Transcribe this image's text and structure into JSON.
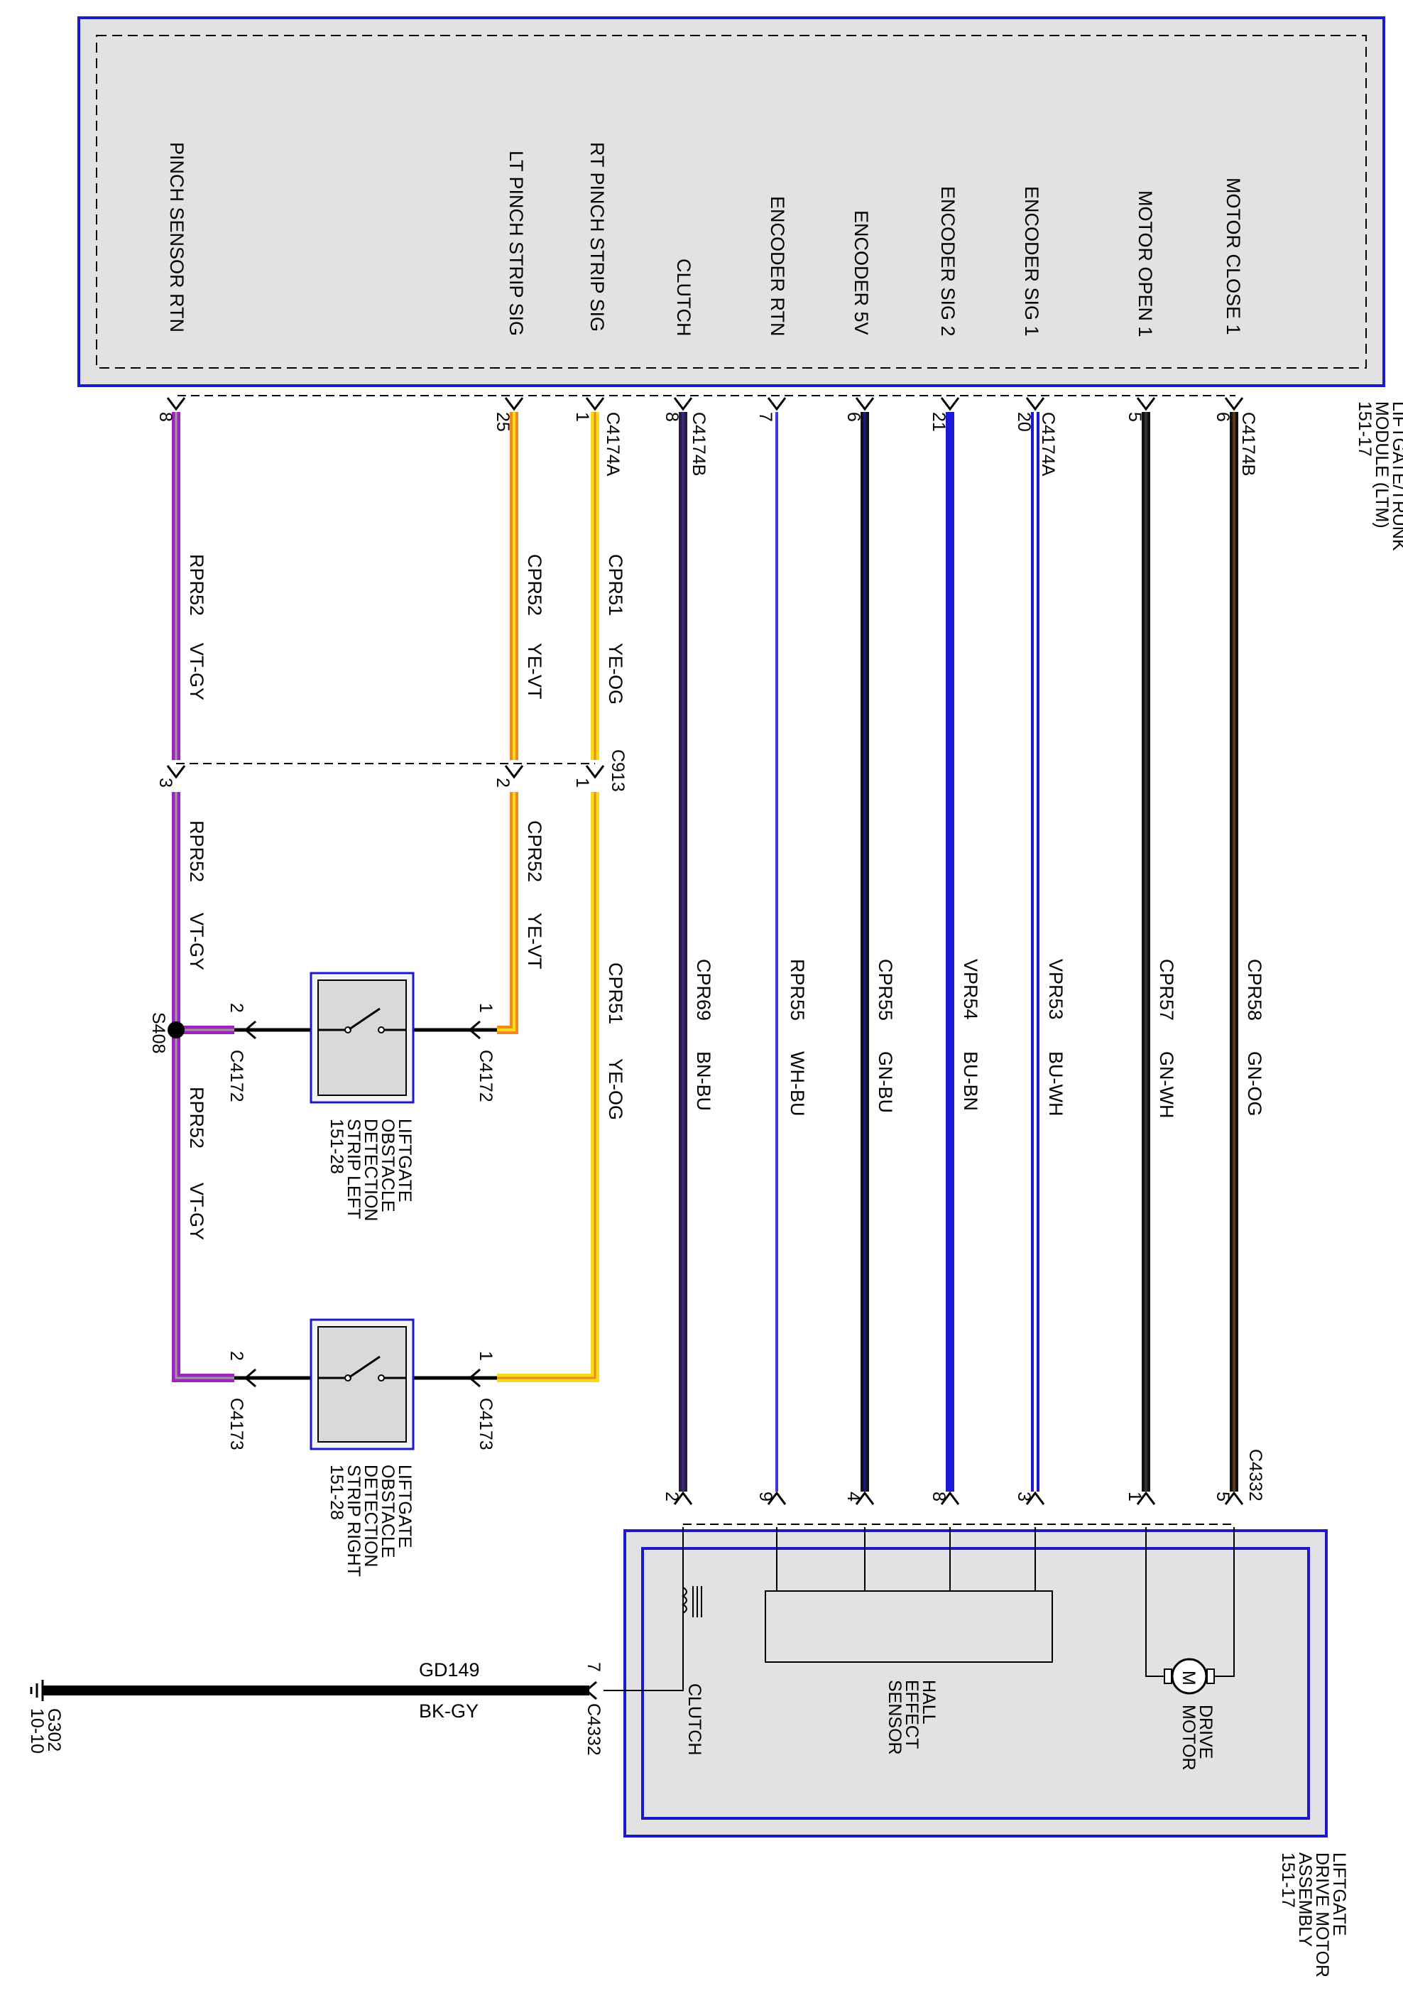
{
  "ltm": {
    "name_lines": [
      "LIFTGATE/TRUNK",
      "MODULE (LTM)",
      "151-17"
    ],
    "signals": [
      "MOTOR CLOSE 1",
      "MOTOR OPEN 1",
      "ENCODER SIG 1",
      "ENCODER SIG 2",
      "ENCODER 5V",
      "ENCODER RTN",
      "CLUTCH",
      "RT PINCH STRIP SIG",
      "LT PINCH STRIP SIG",
      "PINCH SENSOR RTN"
    ],
    "connectors": [
      "C4174B",
      "C4174A",
      "C4174B",
      "C4174A"
    ]
  },
  "circuits": [
    {
      "circuit": "CPR58",
      "color_code": "GN-OG",
      "ltm_pin": "6",
      "motor_pin": "5",
      "colors": [
        "#111111",
        "#5a3a1a"
      ]
    },
    {
      "circuit": "CPR57",
      "color_code": "GN-WH",
      "ltm_pin": "5",
      "motor_pin": "1",
      "colors": [
        "#111111",
        "#333333"
      ]
    },
    {
      "circuit": "VPR53",
      "color_code": "BU-WH",
      "ltm_pin": "20",
      "motor_pin": "3",
      "colors": [
        "#1a1ad6",
        "#ffffff"
      ]
    },
    {
      "circuit": "VPR54",
      "color_code": "BU-BN",
      "ltm_pin": "21",
      "motor_pin": "8",
      "colors": [
        "#1a1ad6",
        "#1a1ad6"
      ]
    },
    {
      "circuit": "CPR55",
      "color_code": "GN-BU",
      "ltm_pin": "6",
      "motor_pin": "4",
      "colors": [
        "#111111",
        "#1a1a80"
      ]
    },
    {
      "circuit": "RPR55",
      "color_code": "WH-BU",
      "ltm_pin": "7",
      "motor_pin": "9",
      "colors": [
        "#ffffff",
        "#3b3be0"
      ]
    },
    {
      "circuit": "CPR69",
      "color_code": "BN-BU",
      "ltm_pin": "8",
      "motor_pin": "2",
      "colors": [
        "#2a1a40",
        "#3a2a7a"
      ]
    }
  ],
  "pinch": {
    "right_top": {
      "circuit": "CPR51",
      "color_code": "YE-OG",
      "ltm_pin": "1"
    },
    "left_top": {
      "circuit": "CPR52",
      "color_code": "YE-VT",
      "ltm_pin": "25"
    },
    "return_top": {
      "circuit": "RPR52",
      "color_code": "VT-GY",
      "ltm_pin": "8"
    },
    "c913": {
      "name": "C913",
      "pin_right": "1",
      "pin_left": "2",
      "pin_return": "3"
    },
    "right_bottom": {
      "circuit": "CPR51",
      "color_code": "YE-OG"
    },
    "left_bottom": {
      "circuit": "CPR52",
      "color_code": "YE-VT"
    },
    "return_mid": {
      "circuit": "RPR52",
      "color_code": "VT-GY"
    },
    "return_bottom": {
      "circuit": "RPR52",
      "color_code": "VT-GY"
    },
    "splice": "S408"
  },
  "strip_left": {
    "name_lines": [
      "LIFTGATE",
      "OBSTACLE",
      "DETECTION",
      "STRIP LEFT",
      "151-28"
    ],
    "connector": "C4172",
    "pin_in": "1",
    "pin_out": "2"
  },
  "strip_right": {
    "name_lines": [
      "LIFTGATE",
      "OBSTACLE",
      "DETECTION",
      "STRIP RIGHT",
      "151-28"
    ],
    "connector": "C4173",
    "pin_in": "1",
    "pin_out": "2"
  },
  "motor_assy": {
    "name_lines": [
      "LIFTGATE",
      "DRIVE MOTOR",
      "ASSEMBLY",
      "151-17"
    ],
    "connector": "C4332",
    "drive_motor_lines": [
      "DRIVE",
      "MOTOR"
    ],
    "motor_symbol": "M",
    "hall_lines": [
      "HALL",
      "EFFECT",
      "SENSOR"
    ],
    "clutch": "CLUTCH",
    "ground_pin": "7",
    "ground_connector": "C4332"
  },
  "ground": {
    "circuit": "GD149",
    "color_code": "BK-GY",
    "name": "G302",
    "ref": "10-10"
  },
  "colors": {
    "module_fill": "#e2e2e4",
    "module_border": "#1a1ac8",
    "switch_fill": "#d9d9d9",
    "yellow": "#f5dc19",
    "orange": "#f08a1a",
    "violet": "#a020c0",
    "gray": "#9a9a9a"
  }
}
